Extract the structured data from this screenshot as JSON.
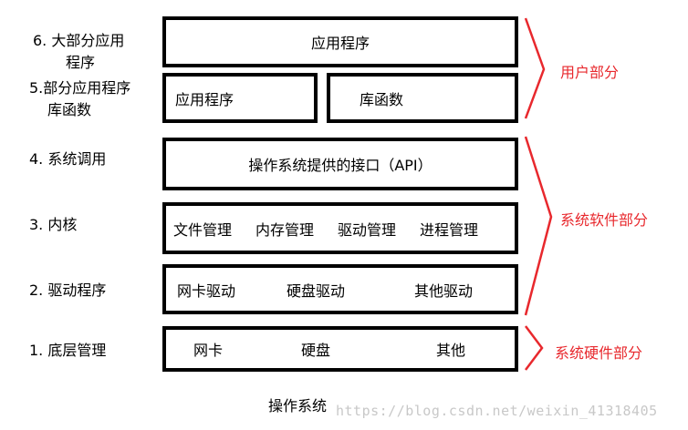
{
  "layers": [
    {
      "label_line1": "6.  大部分应用",
      "label_line2": "程序"
    },
    {
      "label_line1": "5.部分应用程序",
      "label_line2": "库函数"
    },
    {
      "label": "4.  系统调用"
    },
    {
      "label": "3.  内核"
    },
    {
      "label": "2.  驱动程序"
    },
    {
      "label": "1.  底层管理"
    }
  ],
  "boxes": {
    "app_full": "应用程序",
    "app_part": "应用程序",
    "lib": "库函数",
    "syscall": "操作系统提供的接口（API）",
    "kernel": [
      "文件管理",
      "内存管理",
      "驱动管理",
      "进程管理"
    ],
    "drivers": [
      "网卡驱动",
      "硬盘驱动",
      "其他驱动"
    ],
    "hardware": [
      "网卡",
      "硬盘",
      "其他"
    ]
  },
  "groups": {
    "user": "用户部分",
    "system_software": "系统软件部分",
    "system_hardware": "系统硬件部分"
  },
  "brace_color": "#e8282d",
  "caption": "操作系统",
  "watermark": "https://blog.csdn.net/weixin_41318405"
}
